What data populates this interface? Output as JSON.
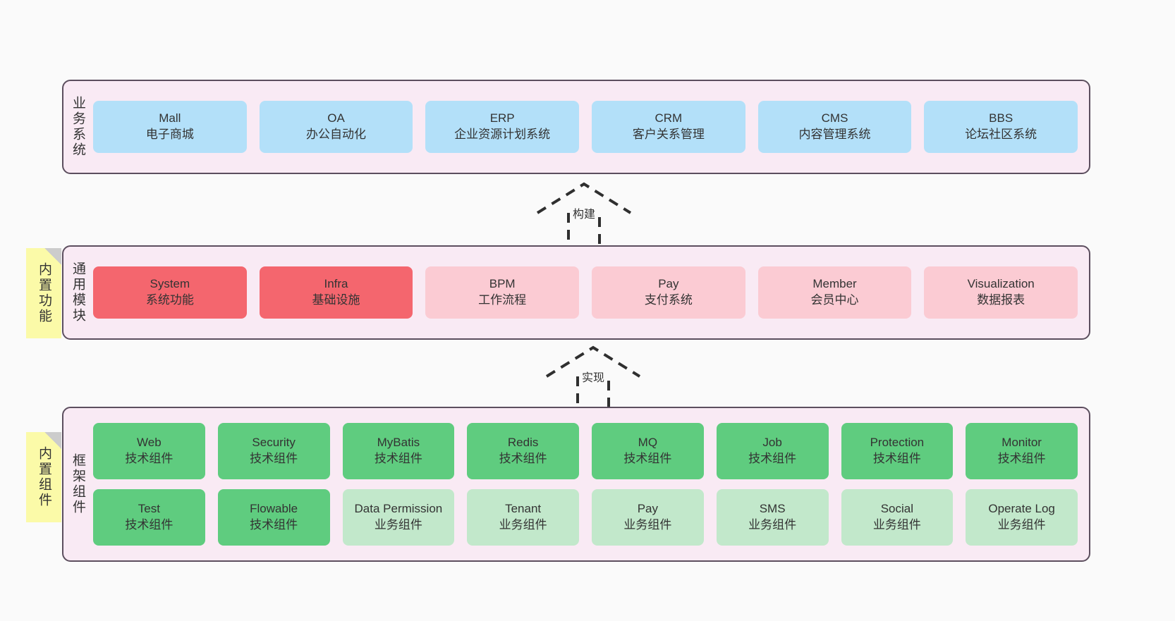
{
  "diagram": {
    "background_color": "#FAFAFA",
    "panel_fill": "#F9EAF4",
    "panel_border": "#5C4E5E"
  },
  "layers": [
    {
      "id": "business-systems",
      "title": "业务系统",
      "rows": [
        [
          {
            "en": "Mall",
            "cn": "电子商城",
            "color": "#B3E0F9",
            "variant": "c-blue"
          },
          {
            "en": "OA",
            "cn": "办公自动化",
            "color": "#B3E0F9",
            "variant": "c-blue"
          },
          {
            "en": "ERP",
            "cn": "企业资源计划系统",
            "color": "#B3E0F9",
            "variant": "c-blue"
          },
          {
            "en": "CRM",
            "cn": "客户关系管理",
            "color": "#B3E0F9",
            "variant": "c-blue"
          },
          {
            "en": "CMS",
            "cn": "内容管理系统",
            "color": "#B3E0F9",
            "variant": "c-blue"
          },
          {
            "en": "BBS",
            "cn": "论坛社区系统",
            "color": "#B3E0F9",
            "variant": "c-blue"
          }
        ]
      ]
    },
    {
      "id": "common-modules",
      "title": "通用模块",
      "note": "内置功能",
      "rows": [
        [
          {
            "en": "System",
            "cn": "系统功能",
            "color": "#F4666E",
            "variant": "c-red-strong"
          },
          {
            "en": "Infra",
            "cn": "基础设施",
            "color": "#F4666E",
            "variant": "c-red-strong"
          },
          {
            "en": "BPM",
            "cn": "工作流程",
            "color": "#FBCBD3",
            "variant": "c-red-soft"
          },
          {
            "en": "Pay",
            "cn": "支付系统",
            "color": "#FBCBD3",
            "variant": "c-red-soft"
          },
          {
            "en": "Member",
            "cn": "会员中心",
            "color": "#FBCBD3",
            "variant": "c-red-soft"
          },
          {
            "en": "Visualization",
            "cn": "数据报表",
            "color": "#FBCBD3",
            "variant": "c-red-soft"
          }
        ]
      ]
    },
    {
      "id": "framework-components",
      "title": "框架组件",
      "note": "内置组件",
      "rows": [
        [
          {
            "en": "Web",
            "cn": "技术组件",
            "color": "#5FCC7F",
            "variant": "c-green-strong"
          },
          {
            "en": "Security",
            "cn": "技术组件",
            "color": "#5FCC7F",
            "variant": "c-green-strong"
          },
          {
            "en": "MyBatis",
            "cn": "技术组件",
            "color": "#5FCC7F",
            "variant": "c-green-strong"
          },
          {
            "en": "Redis",
            "cn": "技术组件",
            "color": "#5FCC7F",
            "variant": "c-green-strong"
          },
          {
            "en": "MQ",
            "cn": "技术组件",
            "color": "#5FCC7F",
            "variant": "c-green-strong"
          },
          {
            "en": "Job",
            "cn": "技术组件",
            "color": "#5FCC7F",
            "variant": "c-green-strong"
          },
          {
            "en": "Protection",
            "cn": "技术组件",
            "color": "#5FCC7F",
            "variant": "c-green-strong"
          },
          {
            "en": "Monitor",
            "cn": "技术组件",
            "color": "#5FCC7F",
            "variant": "c-green-strong"
          }
        ],
        [
          {
            "en": "Test",
            "cn": "技术组件",
            "color": "#5FCC7F",
            "variant": "c-green-strong"
          },
          {
            "en": "Flowable",
            "cn": "技术组件",
            "color": "#5FCC7F",
            "variant": "c-green-strong"
          },
          {
            "en": "Data Permission",
            "cn": "业务组件",
            "color": "#C2E8CB",
            "variant": "c-green-soft",
            "wrap": true
          },
          {
            "en": "Tenant",
            "cn": "业务组件",
            "color": "#C2E8CB",
            "variant": "c-green-soft"
          },
          {
            "en": "Pay",
            "cn": "业务组件",
            "color": "#C2E8CB",
            "variant": "c-green-soft"
          },
          {
            "en": "SMS",
            "cn": "业务组件",
            "color": "#C2E8CB",
            "variant": "c-green-soft"
          },
          {
            "en": "Social",
            "cn": "业务组件",
            "color": "#C2E8CB",
            "variant": "c-green-soft"
          },
          {
            "en": "Operate Log",
            "cn": "业务组件",
            "color": "#C2E8CB",
            "variant": "c-green-soft"
          }
        ]
      ]
    }
  ],
  "connectors": [
    {
      "id": "build",
      "label": "构建"
    },
    {
      "id": "implement",
      "label": "实现"
    }
  ]
}
